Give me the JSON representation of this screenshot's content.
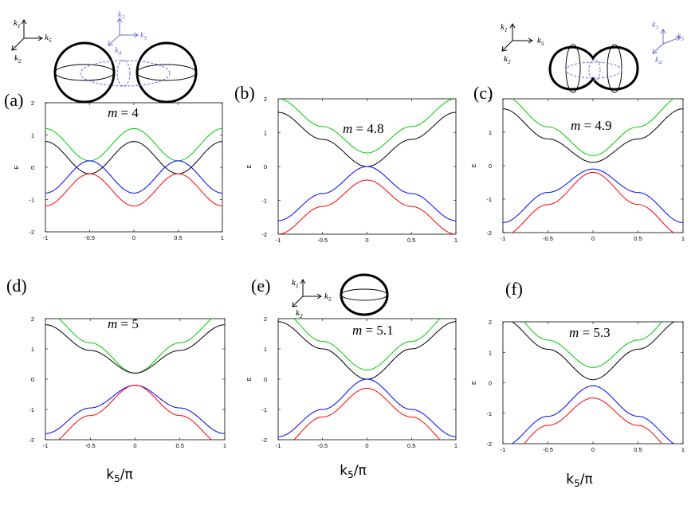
{
  "chart_data": [
    {
      "id": "a",
      "panel_label": "(a)",
      "m_label": "4",
      "type": "line",
      "xlim": [
        -1,
        1
      ],
      "ylim": [
        -2,
        2
      ],
      "xticks": [
        "-1",
        "-0.5",
        "0",
        "0.5",
        "1"
      ],
      "yticks": [
        "-2",
        "-1",
        "0",
        "1",
        "2"
      ],
      "ylabel": "E",
      "xlabel": "",
      "series": [
        {
          "color": "#00cc00",
          "x": [
            -1,
            -0.5,
            0,
            0.5,
            1
          ],
          "values": [
            1.2,
            0.2,
            1.2,
            0.2,
            1.2
          ]
        },
        {
          "color": "#000000",
          "x": [
            -1,
            -0.5,
            0,
            0.5,
            1
          ],
          "values": [
            0.8,
            -0.2,
            0.8,
            -0.2,
            0.8
          ]
        },
        {
          "color": "#0000ff",
          "x": [
            -1,
            -0.5,
            0,
            0.5,
            1
          ],
          "values": [
            -0.8,
            0.2,
            -0.8,
            0.2,
            -0.8
          ]
        },
        {
          "color": "#ff0000",
          "x": [
            -1,
            -0.5,
            0,
            0.5,
            1
          ],
          "values": [
            -1.2,
            -0.2,
            -1.2,
            -0.2,
            -1.2
          ]
        }
      ]
    },
    {
      "id": "b",
      "panel_label": "(b)",
      "m_label": "4.8",
      "type": "line",
      "xlim": [
        -1,
        1
      ],
      "ylim": [
        -2,
        2
      ],
      "xticks": [
        "-1",
        "-0.5",
        "0",
        "0.5",
        "1"
      ],
      "yticks": [
        "-2",
        "-1",
        "0",
        "1",
        "2"
      ],
      "ylabel": "E",
      "xlabel": "",
      "series": [
        {
          "color": "#00cc00",
          "x": [
            -1,
            -0.5,
            0,
            0.5,
            1
          ],
          "values": [
            2.0,
            1.18,
            0.4,
            1.18,
            2.0
          ]
        },
        {
          "color": "#000000",
          "x": [
            -1,
            -0.5,
            0,
            0.5,
            1
          ],
          "values": [
            1.6,
            0.8,
            0.0,
            0.8,
            1.6
          ]
        },
        {
          "color": "#0000ff",
          "x": [
            -1,
            -0.5,
            0,
            0.5,
            1
          ],
          "values": [
            -1.6,
            -0.8,
            0.0,
            -0.8,
            -1.6
          ]
        },
        {
          "color": "#ff0000",
          "x": [
            -1,
            -0.5,
            0,
            0.5,
            1
          ],
          "values": [
            -2.0,
            -1.18,
            -0.4,
            -1.18,
            -2.0
          ]
        }
      ]
    },
    {
      "id": "c",
      "panel_label": "(c)",
      "m_label": "4.9",
      "type": "line",
      "xlim": [
        -1,
        1
      ],
      "ylim": [
        -2,
        2
      ],
      "xticks": [
        "-1",
        "-0.5",
        "0",
        "0.5",
        "1"
      ],
      "yticks": [
        "-2",
        "-1",
        "0",
        "1",
        "2"
      ],
      "ylabel": "E",
      "xlabel": "",
      "series": [
        {
          "color": "#00cc00",
          "x": [
            -1,
            -0.5,
            0,
            0.5,
            1
          ],
          "values": [
            2.1,
            1.16,
            0.3,
            1.16,
            2.1
          ]
        },
        {
          "color": "#000000",
          "x": [
            -1,
            -0.5,
            0,
            0.5,
            1
          ],
          "values": [
            1.7,
            0.8,
            0.1,
            0.8,
            1.7
          ]
        },
        {
          "color": "#0000ff",
          "x": [
            -1,
            -0.5,
            0,
            0.5,
            1
          ],
          "values": [
            -1.7,
            -0.8,
            -0.1,
            -0.8,
            -1.7
          ]
        },
        {
          "color": "#ff0000",
          "x": [
            -1,
            -0.5,
            0,
            0.5,
            1
          ],
          "values": [
            -2.1,
            -1.16,
            -0.2,
            -1.16,
            -2.1
          ]
        }
      ]
    },
    {
      "id": "d",
      "panel_label": "(d)",
      "m_label": "5",
      "type": "line",
      "xlim": [
        -1,
        1
      ],
      "ylim": [
        -2,
        2
      ],
      "xticks": [
        "-1",
        "-0.5",
        "0",
        "0.5",
        "1"
      ],
      "yticks": [
        "-2",
        "-1",
        "0",
        "1",
        "2"
      ],
      "ylabel": "",
      "xlabel": "k5/π",
      "series": [
        {
          "color": "#00cc00",
          "x": [
            -1,
            -0.5,
            0,
            0.5,
            1
          ],
          "values": [
            2.2,
            1.2,
            0.2,
            1.2,
            2.2
          ]
        },
        {
          "color": "#000000",
          "x": [
            -1,
            -0.5,
            0,
            0.5,
            1
          ],
          "values": [
            1.8,
            0.95,
            0.2,
            0.95,
            1.8
          ]
        },
        {
          "color": "#0000ff",
          "x": [
            -1,
            -0.5,
            0,
            0.5,
            1
          ],
          "values": [
            -1.8,
            -0.95,
            -0.2,
            -0.95,
            -1.8
          ]
        },
        {
          "color": "#ff0000",
          "x": [
            -1,
            -0.5,
            0,
            0.5,
            1
          ],
          "values": [
            -2.2,
            -1.2,
            -0.2,
            -1.2,
            -2.2
          ]
        }
      ]
    },
    {
      "id": "e",
      "panel_label": "(e)",
      "m_label": "5.1",
      "type": "line",
      "xlim": [
        -1,
        1
      ],
      "ylim": [
        -2,
        2
      ],
      "xticks": [
        "-1",
        "-0.5",
        "0",
        "0.5",
        "1"
      ],
      "yticks": [
        "-2",
        "-1",
        "0",
        "1",
        "2"
      ],
      "ylabel": "E",
      "xlabel": "k5/π",
      "series": [
        {
          "color": "#00cc00",
          "x": [
            -1,
            -0.5,
            0,
            0.5,
            1
          ],
          "values": [
            2.3,
            1.25,
            0.3,
            1.25,
            2.3
          ]
        },
        {
          "color": "#000000",
          "x": [
            -1,
            -0.5,
            0,
            0.5,
            1
          ],
          "values": [
            1.9,
            1.0,
            0.0,
            1.0,
            1.9
          ]
        },
        {
          "color": "#0000ff",
          "x": [
            -1,
            -0.5,
            0,
            0.5,
            1
          ],
          "values": [
            -1.9,
            -1.0,
            0.0,
            -1.0,
            -1.9
          ]
        },
        {
          "color": "#ff0000",
          "x": [
            -1,
            -0.5,
            0,
            0.5,
            1
          ],
          "values": [
            -2.3,
            -1.25,
            -0.3,
            -1.25,
            -2.3
          ]
        }
      ]
    },
    {
      "id": "f",
      "panel_label": "(f)",
      "m_label": "5.3",
      "type": "line",
      "xlim": [
        -1,
        1
      ],
      "ylim": [
        -2,
        2
      ],
      "xticks": [
        "-1",
        "-0.5",
        "0",
        "0.5",
        "1"
      ],
      "yticks": [
        "-2",
        "-1",
        "0",
        "1",
        "2"
      ],
      "ylabel": "E",
      "xlabel": "k5/π",
      "series": [
        {
          "color": "#00cc00",
          "x": [
            -1,
            -0.5,
            0,
            0.5,
            1
          ],
          "values": [
            2.5,
            1.4,
            0.5,
            1.4,
            2.5
          ]
        },
        {
          "color": "#000000",
          "x": [
            -1,
            -0.5,
            0,
            0.5,
            1
          ],
          "values": [
            2.1,
            1.1,
            0.1,
            1.1,
            2.1
          ]
        },
        {
          "color": "#0000ff",
          "x": [
            -1,
            -0.5,
            0,
            0.5,
            1
          ],
          "values": [
            -2.1,
            -1.1,
            -0.1,
            -1.1,
            -2.1
          ]
        },
        {
          "color": "#ff0000",
          "x": [
            -1,
            -0.5,
            0,
            0.5,
            1
          ],
          "values": [
            -2.5,
            -1.4,
            -0.5,
            -1.4,
            -2.5
          ]
        }
      ]
    }
  ],
  "insets": {
    "axes_black": {
      "up": "k",
      "up_sub": "1",
      "right": "k",
      "right_sub": "5",
      "down": "k",
      "down_sub": "2"
    },
    "axes_blue": {
      "up": "k",
      "up_sub": "3",
      "right": "k",
      "right_sub": "5",
      "down": "k",
      "down_sub": "4"
    }
  },
  "colors": {
    "green": "#00cc00",
    "black": "#000000",
    "blue": "#0000ff",
    "red": "#ff0000",
    "inset_blue": "#6b6bd6"
  }
}
